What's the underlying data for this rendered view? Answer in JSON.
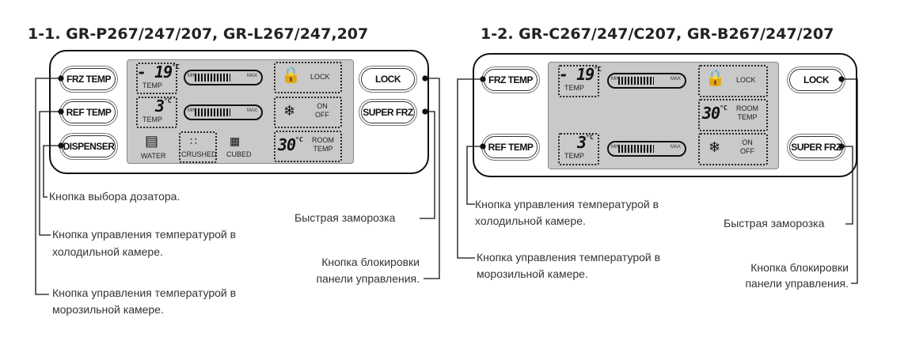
{
  "diagram1": {
    "title": "1-1. GR-P267/247/207, GR-L267/247,207",
    "buttons": {
      "frz_temp": "FRZ TEMP",
      "ref_temp": "REF TEMP",
      "dispenser": "DISPENSER",
      "lock": "LOCK",
      "super_frz": "SUPER FRZ"
    },
    "lcd": {
      "frz_value": "- 19",
      "ref_value": "3",
      "temp_label": "TEMP",
      "degree": "°C",
      "min": "MIN",
      "max": "MAX",
      "lock_label": "LOCK",
      "on_off": "ON OFF",
      "room_value": "30",
      "room_temp": "ROOM TEMP",
      "water": "WATER",
      "crushed": "CRUSHED",
      "cubed": "CUBED",
      "frz_level_percent": 60,
      "ref_level_percent": 60
    },
    "callouts": {
      "dispenser": "Кнопка выбора дозатора.",
      "ref_temp_1": "Кнопка управления температурой в",
      "ref_temp_2": "холодильной камере.",
      "frz_temp_1": "Кнопка управления температурой в",
      "frz_temp_2": "морозильной камере.",
      "super_frz": "Быстрая заморозка",
      "lock_1": "Кнопка блокировки",
      "lock_2": "панели управления."
    }
  },
  "diagram2": {
    "title": "1-2. GR-C267/247/C207, GR-B267/247/207",
    "buttons": {
      "frz_temp": "FRZ TEMP",
      "ref_temp": "REF TEMP",
      "lock": "LOCK",
      "super_frz": "SUPER FRZ"
    },
    "lcd": {
      "frz_value": "- 19",
      "ref_value": "3",
      "temp_label": "TEMP",
      "degree": "°C",
      "min": "MIN",
      "max": "MAX",
      "lock_label": "LOCK",
      "on_off": "ON OFF",
      "room_value": "30",
      "room_temp": "ROOM TEMP",
      "frz_level_percent": 60,
      "ref_level_percent": 60
    },
    "callouts": {
      "ref_temp_1": "Кнопка управления температурой в",
      "ref_temp_2": "холодильной камере.",
      "frz_temp_1": "Кнопка управления температурой в",
      "frz_temp_2": "морозильной камере.",
      "super_frz": "Быстрая заморозка",
      "lock_1": "Кнопка блокировки",
      "lock_2": "панели управления."
    }
  },
  "icons": {
    "lock": "lock-icon",
    "snowflake": "snowflake-icon",
    "water": "water-cup-icon",
    "crushed": "crushed-ice-icon",
    "cubed": "cubed-ice-icon"
  }
}
